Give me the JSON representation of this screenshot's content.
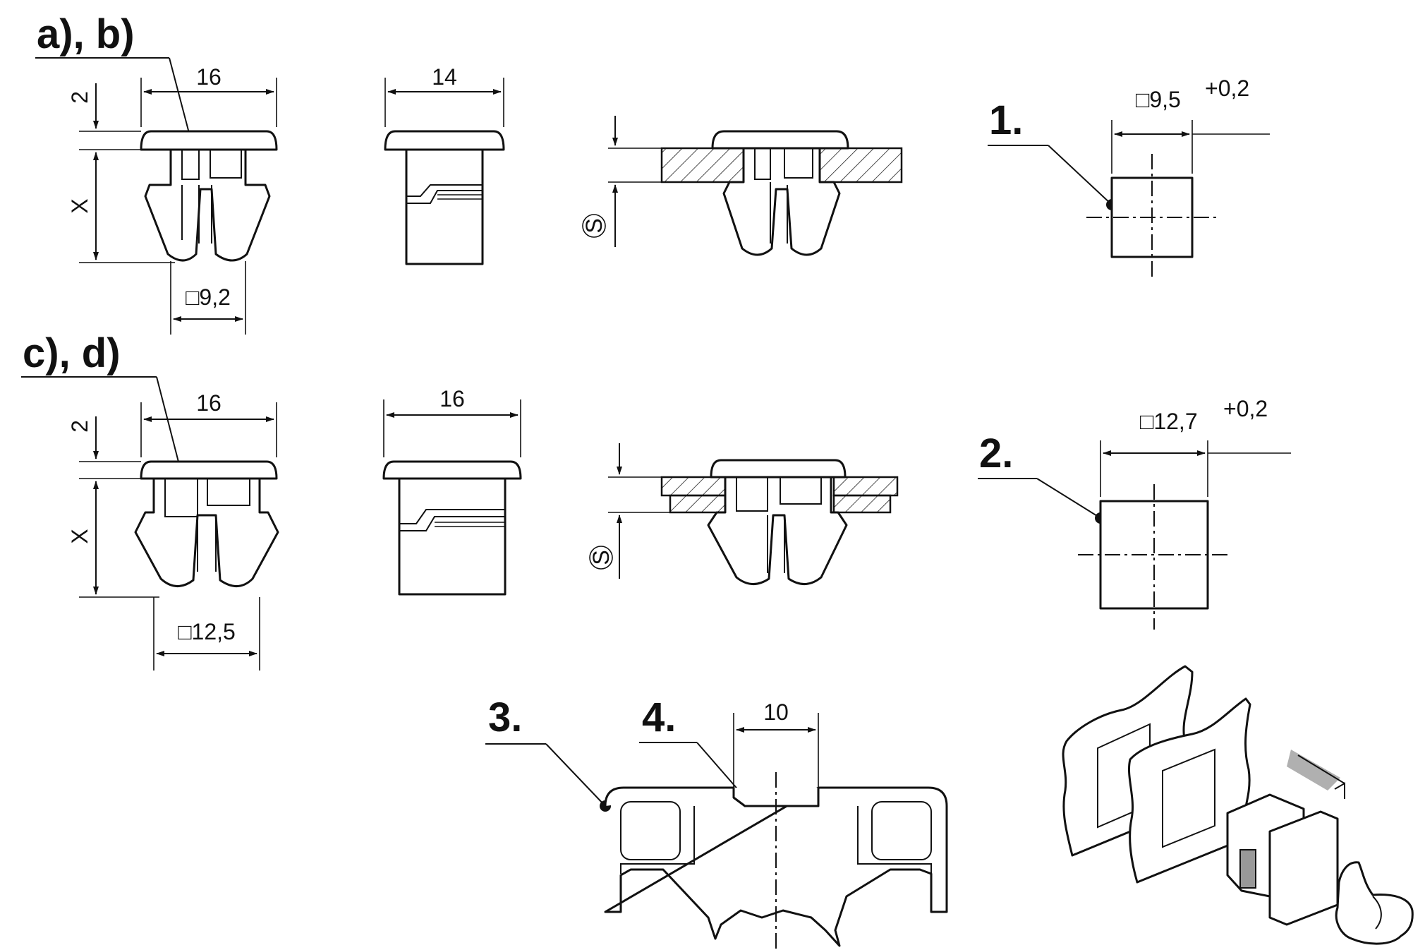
{
  "labels": {
    "group_ab": "a), b)",
    "group_cd": "c), d)",
    "hole_1": "1.",
    "hole_2": "2.",
    "panel_3": "3.",
    "panel_4": "4."
  },
  "dimensions": {
    "ab_head_width": "16",
    "ab_side_width": "14",
    "ab_head_height": "2",
    "ab_x": "X",
    "ab_square": "□9,2",
    "cd_head_width": "16",
    "cd_side_width": "16",
    "cd_head_height": "2",
    "cd_x": "X",
    "cd_square": "□12,5",
    "hole1_size": "□9,5",
    "hole1_tol": "+0,2",
    "hole2_size": "□12,7",
    "hole2_tol": "+0,2",
    "panel_width": "10",
    "s_symbol": "S"
  }
}
